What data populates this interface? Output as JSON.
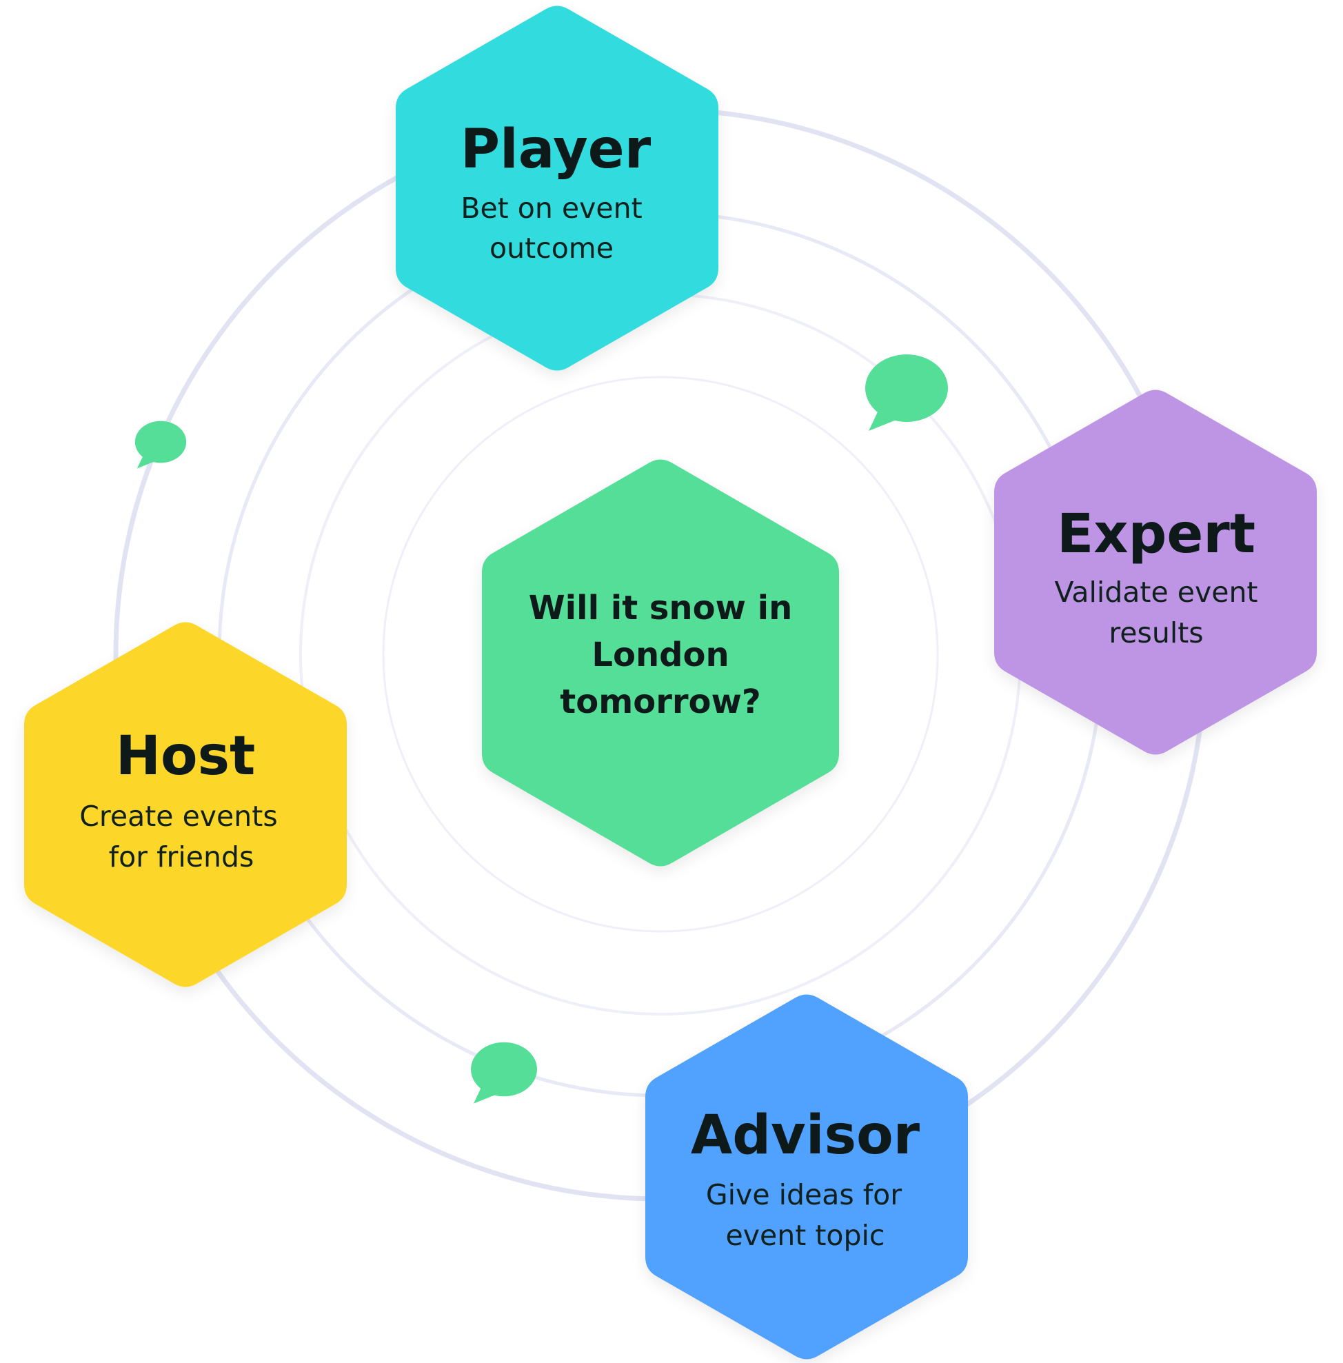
{
  "center": {
    "question_lines": [
      "Will it snow in",
      "London",
      "tomorrow?"
    ],
    "color": "#55de97"
  },
  "roles": [
    {
      "key": "player",
      "title": "Player",
      "description_lines": [
        "Bet on event",
        "outcome"
      ],
      "color": "#33dbdd"
    },
    {
      "key": "expert",
      "title": "Expert",
      "description_lines": [
        "Validate event",
        "results"
      ],
      "color": "#bd95e4"
    },
    {
      "key": "host",
      "title": "Host",
      "description_lines": [
        "Create events",
        "for friends"
      ],
      "color": "#fcd72b"
    },
    {
      "key": "advisor",
      "title": "Advisor",
      "description_lines": [
        "Give ideas for",
        "event topic"
      ],
      "color": "#51a1fe"
    }
  ],
  "colors": {
    "orbit_outer": "#e1e3f3",
    "orbit_mid": "#e8e9f6",
    "orbit_inner": "#eeeff9",
    "chat_bubble": "#55de97"
  },
  "icons": [
    "chat-bubble-icon",
    "chat-bubble-icon",
    "chat-bubble-icon"
  ]
}
